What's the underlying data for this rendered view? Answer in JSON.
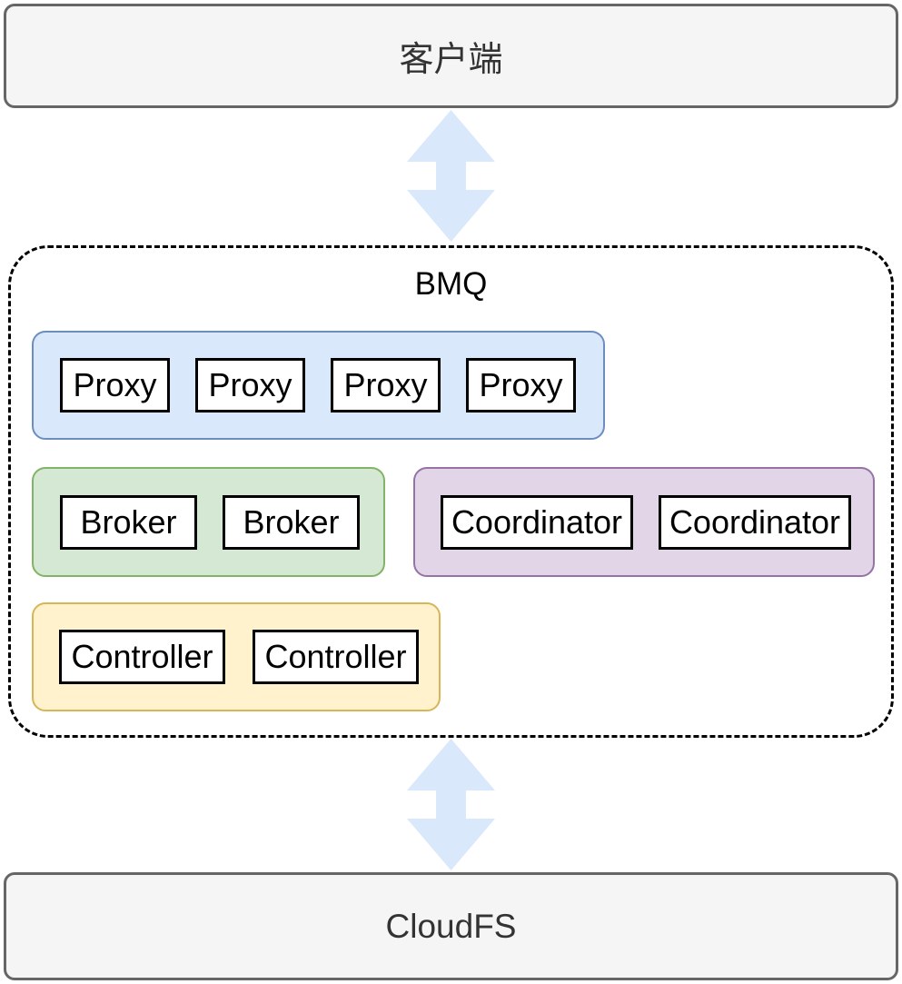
{
  "colors": {
    "gray-fill": "#f5f5f5",
    "gray-stroke": "#666666",
    "blue-fill": "#dae8fc",
    "blue-stroke": "#6c8ebf",
    "green-fill": "#d5e8d4",
    "green-stroke": "#82b366",
    "purple-fill": "#e1d5e7",
    "purple-stroke": "#9673a6",
    "yellow-fill": "#fff2cc",
    "yellow-stroke": "#d6b656",
    "node-fill": "#ffffff",
    "node-stroke": "#000000",
    "arrow-fill": "#dae8fc",
    "dark-text": "#333333",
    "label-text": "#000000"
  },
  "client": {
    "label": "客户端"
  },
  "bmq": {
    "label": "BMQ",
    "groups": [
      {
        "name": "proxy-group",
        "items": [
          "Proxy",
          "Proxy",
          "Proxy",
          "Proxy"
        ]
      },
      {
        "name": "broker-group",
        "items": [
          "Broker",
          "Broker"
        ]
      },
      {
        "name": "coordinator-group",
        "items": [
          "Coordinator",
          "Coordinator"
        ]
      },
      {
        "name": "controller-group",
        "items": [
          "Controller",
          "Controller"
        ]
      }
    ]
  },
  "cloudfs": {
    "label": "CloudFS"
  }
}
